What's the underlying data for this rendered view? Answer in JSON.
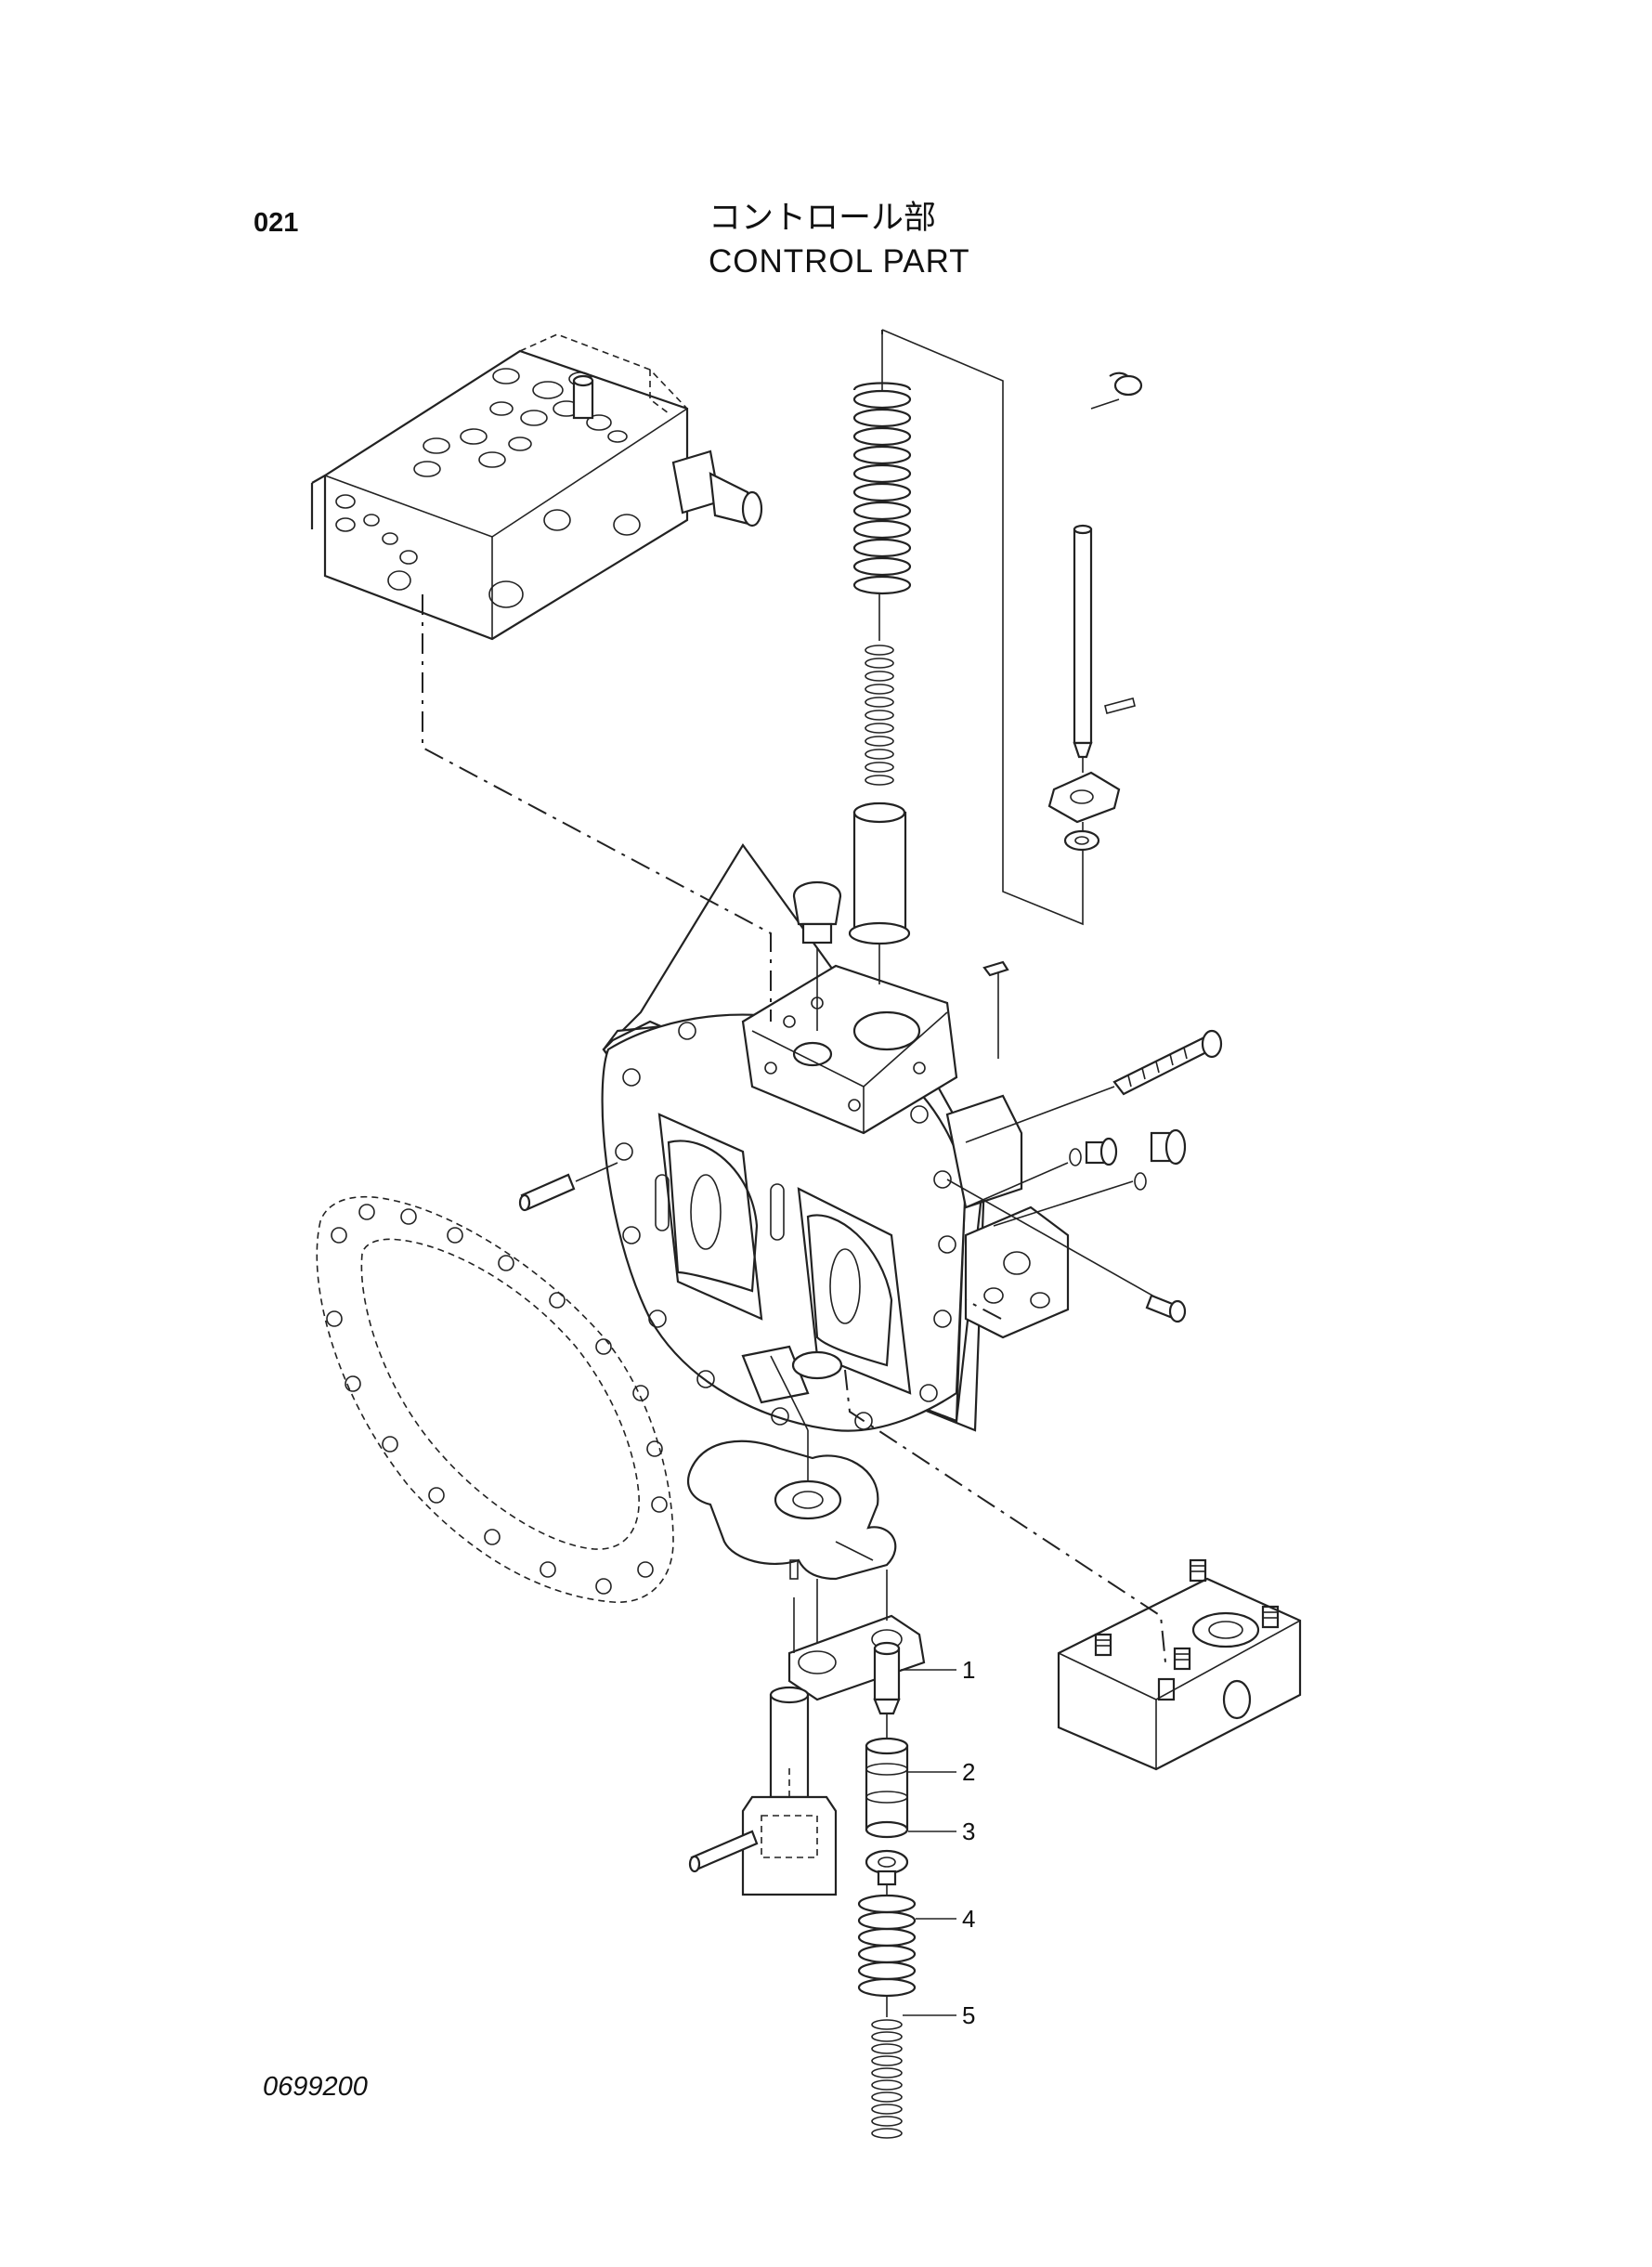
{
  "header": {
    "page_number": "021",
    "title_japanese": "コントロール部",
    "title_english": "CONTROL PART"
  },
  "footer": {
    "drawing_number": "0699200"
  },
  "callouts": [
    {
      "label": "1"
    },
    {
      "label": "2"
    },
    {
      "label": "3"
    },
    {
      "label": "4"
    },
    {
      "label": "5"
    }
  ]
}
